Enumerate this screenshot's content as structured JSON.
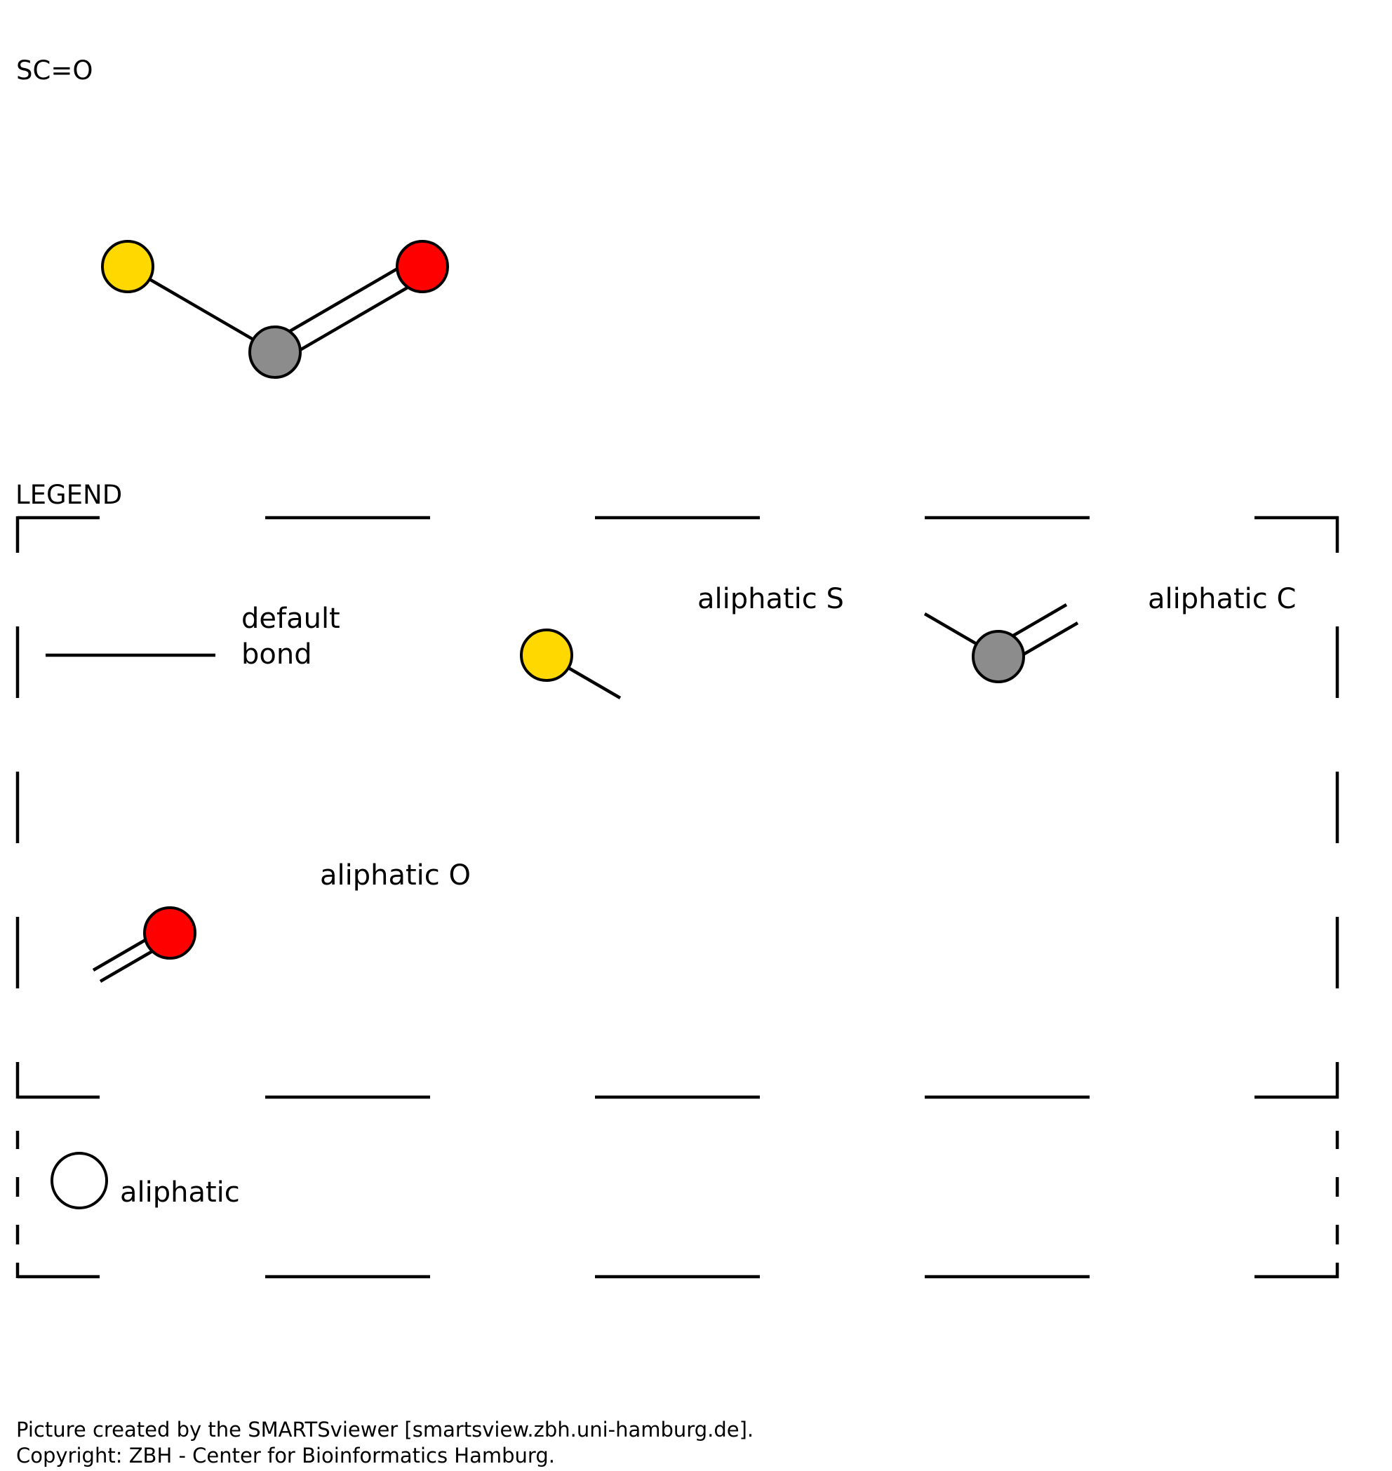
{
  "smarts": "SC=O",
  "legend": {
    "heading": "LEGEND",
    "default_bond": {
      "line1": "default",
      "line2": "bond"
    },
    "aliphatic_s": "aliphatic S",
    "aliphatic_c": "aliphatic C",
    "aliphatic_o": "aliphatic O",
    "aliphatic": "aliphatic"
  },
  "atom_colors": {
    "S": "#FFD800",
    "C": "#8C8C8C",
    "O": "#FF0000",
    "aliphatic_ring": "#FFFFFF"
  },
  "footer": {
    "line1": "Picture created by the SMARTSviewer [smartsview.zbh.uni-hamburg.de].",
    "line2": "Copyright: ZBH - Center for Bioinformatics Hamburg."
  }
}
